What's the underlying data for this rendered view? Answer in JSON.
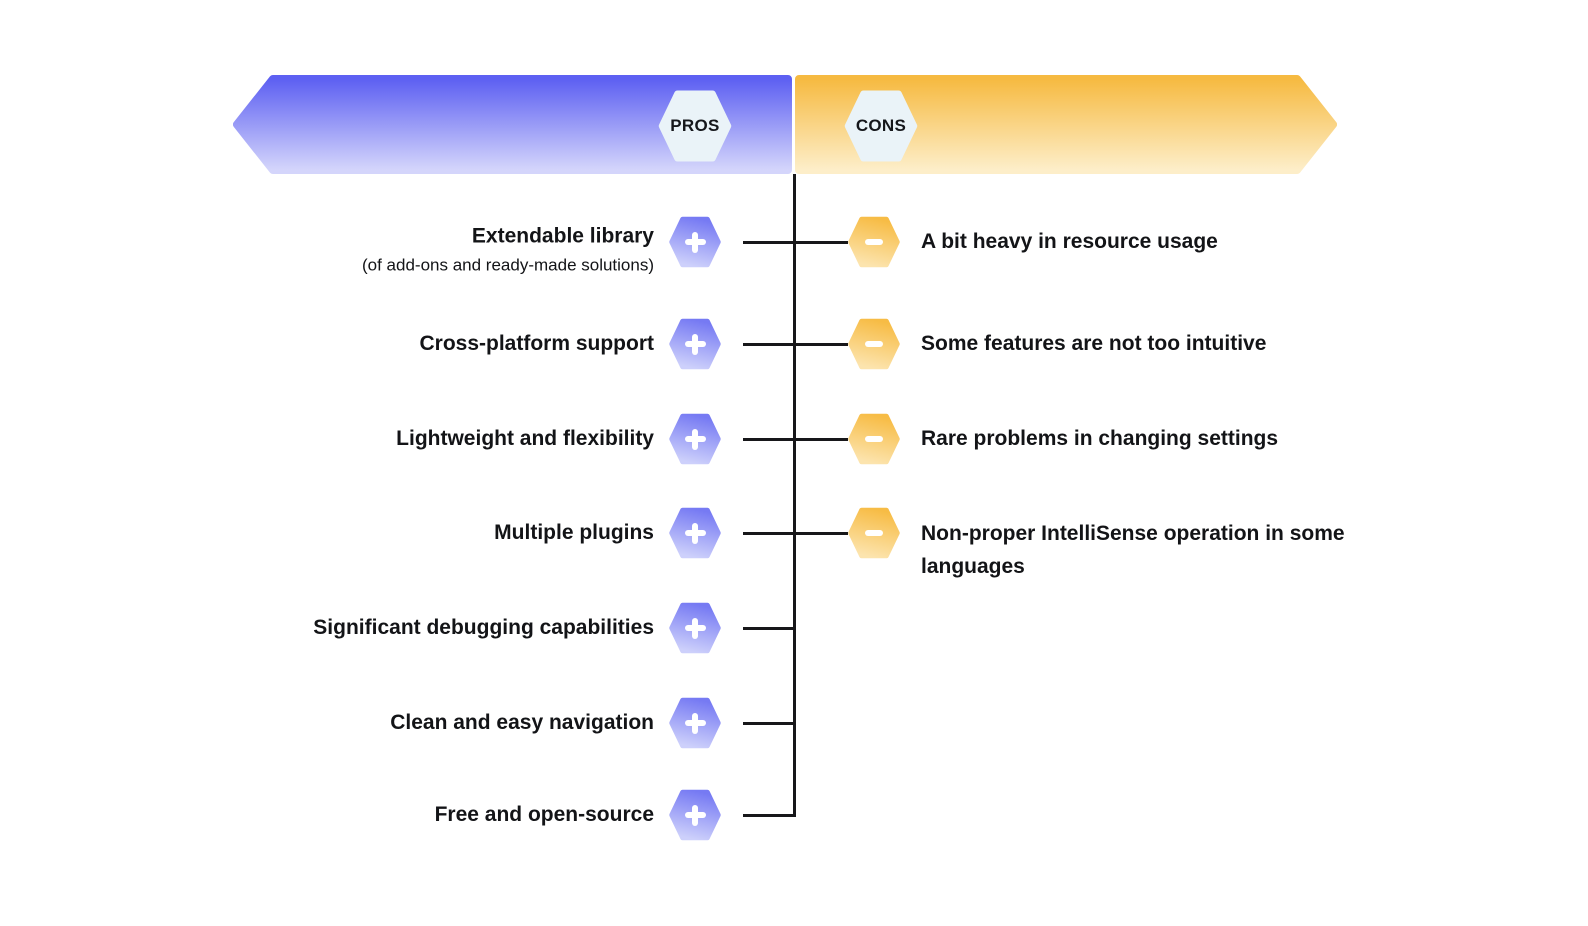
{
  "pros": {
    "badge": "PROS",
    "items": [
      {
        "label": "Extendable library",
        "sublabel": "(of add-ons and ready-made solutions)"
      },
      {
        "label": "Cross-platform support"
      },
      {
        "label": "Lightweight and flexibility"
      },
      {
        "label": "Multiple plugins"
      },
      {
        "label": "Significant debugging capabilities"
      },
      {
        "label": "Clean and easy navigation"
      },
      {
        "label": "Free and open-source"
      }
    ]
  },
  "cons": {
    "badge": "CONS",
    "items": [
      {
        "label": "A bit heavy in resource usage"
      },
      {
        "label": "Some features are not too intuitive"
      },
      {
        "label": "Rare problems in changing settings"
      },
      {
        "label": "Non-proper IntelliSense operation in some languages"
      }
    ]
  },
  "icons": {
    "pro": "plus-icon",
    "con": "minus-icon"
  },
  "colors": {
    "pros_banner_top": "#5d60f2",
    "pros_banner_bottom": "#d4d5fb",
    "cons_banner_top": "#f6ba41",
    "cons_banner_bottom": "#fdeec9",
    "pros_hex_top": "#767af3",
    "pros_hex_bottom": "#cdd0fb",
    "cons_hex_top": "#f7bc45",
    "cons_hex_bottom": "#fce4ae",
    "badge_fill": "#eaf3f8",
    "line": "#17171a",
    "text": "#131417"
  }
}
